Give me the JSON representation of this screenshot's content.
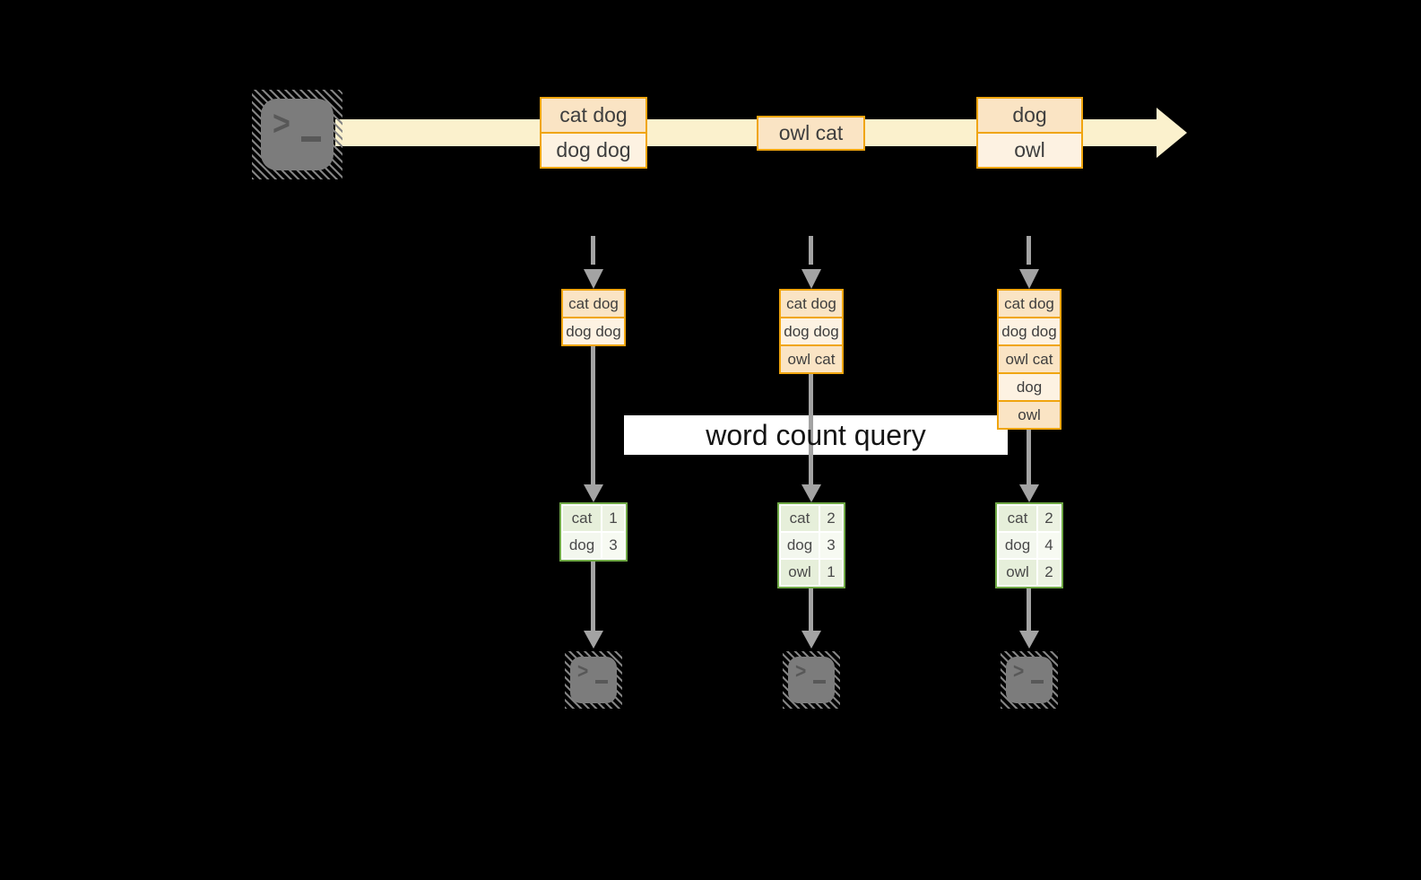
{
  "query": {
    "label": "word count query"
  },
  "stream": {
    "boxes": [
      {
        "cells": [
          "cat dog",
          "dog dog"
        ]
      },
      {
        "cells": [
          "owl cat"
        ]
      },
      {
        "cells": [
          "dog",
          "owl"
        ]
      }
    ]
  },
  "columns": [
    {
      "buffer": [
        "cat dog",
        "dog dog"
      ],
      "counts": [
        {
          "word": "cat",
          "count": "1"
        },
        {
          "word": "dog",
          "count": "3"
        }
      ]
    },
    {
      "buffer": [
        "cat dog",
        "dog dog",
        "owl cat"
      ],
      "counts": [
        {
          "word": "cat",
          "count": "2"
        },
        {
          "word": "dog",
          "count": "3"
        },
        {
          "word": "owl",
          "count": "1"
        }
      ]
    },
    {
      "buffer": [
        "cat dog",
        "dog dog",
        "owl cat",
        "dog",
        "owl"
      ],
      "counts": [
        {
          "word": "cat",
          "count": "2"
        },
        {
          "word": "dog",
          "count": "4"
        },
        {
          "word": "owl",
          "count": "2"
        }
      ]
    }
  ],
  "icons": {
    "prompt_chevron": ">",
    "terminal": "terminal-prompt"
  },
  "colors": {
    "background": "#000000",
    "stream_band": "#FBF1CD",
    "record_border": "#F0A50F",
    "record_fill_dark": "#FAE4C4",
    "record_fill_light": "#FDF2E2",
    "table_border": "#6FA845",
    "table_fill_dark": "#E6EFDA",
    "table_fill_light": "#F3F7EE",
    "arrow_gray": "#A3A3A3",
    "terminal_gray": "#7C7C7C",
    "query_box": "#FFFFFF"
  }
}
